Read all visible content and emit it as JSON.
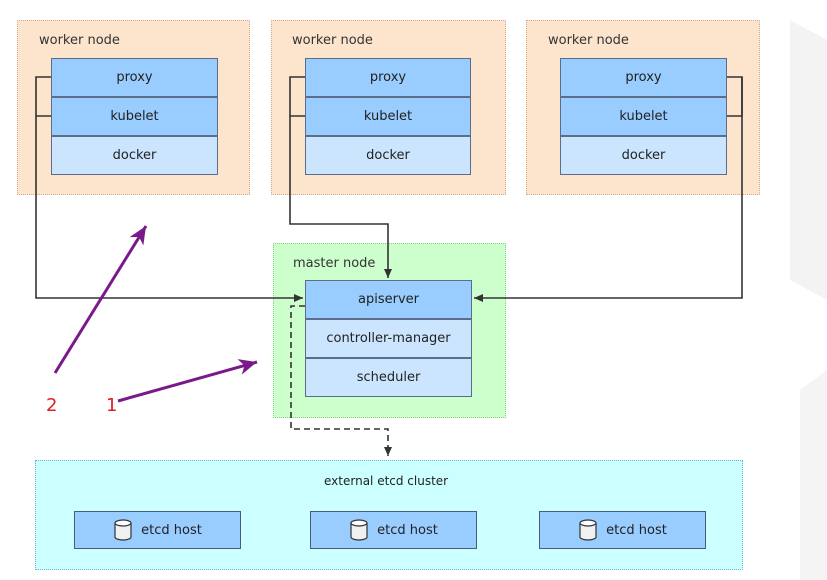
{
  "workers": [
    {
      "title": "worker node",
      "components": [
        "proxy",
        "kubelet",
        "docker"
      ]
    },
    {
      "title": "worker node",
      "components": [
        "proxy",
        "kubelet",
        "docker"
      ]
    },
    {
      "title": "worker node",
      "components": [
        "proxy",
        "kubelet",
        "docker"
      ]
    }
  ],
  "master": {
    "title": "master node",
    "components": [
      "apiserver",
      "controller-manager",
      "scheduler"
    ]
  },
  "etcd": {
    "title": "external etcd cluster",
    "hosts": [
      "etcd host",
      "etcd host",
      "etcd host"
    ],
    "icon": "database-icon"
  },
  "annotations": [
    "2",
    "1"
  ],
  "colors": {
    "worker_bg": "#fde4cc",
    "master_bg": "#ccffcc",
    "etcd_bg": "#ccffff",
    "component_dark": "#99ccff",
    "component_light": "#cce5ff",
    "annotation_arrow": "#7a1a8a",
    "annotation_text": "#e02020"
  }
}
